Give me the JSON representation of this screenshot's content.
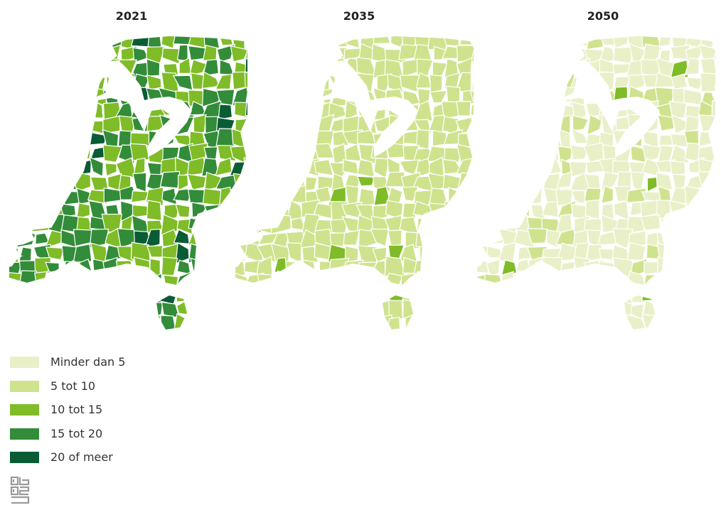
{
  "maps": [
    {
      "year": "2021",
      "fill_primary": "#7fbc28",
      "fill_secondary": "#338c3a",
      "fill_accent": "#0a5c35"
    },
    {
      "year": "2035",
      "fill_primary": "#cfe38f",
      "fill_secondary": "#cfe38f",
      "fill_accent": "#7fbc28"
    },
    {
      "year": "2050",
      "fill_primary": "#e9f0c8",
      "fill_secondary": "#cfe38f",
      "fill_accent": "#7fbc28"
    }
  ],
  "legend": [
    {
      "label": "Minder dan 5",
      "color": "#e9f0c8"
    },
    {
      "label": "5 tot 10",
      "color": "#cfe38f"
    },
    {
      "label": "10 tot 15",
      "color": "#7fbc28"
    },
    {
      "label": "15 tot 20",
      "color": "#338c3a"
    },
    {
      "label": "20 of meer",
      "color": "#0a5c35"
    }
  ],
  "logo_icon": "cbs-logo-icon"
}
